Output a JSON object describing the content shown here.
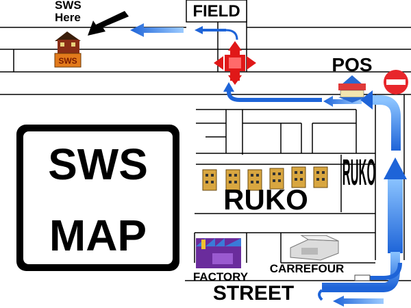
{
  "map": {
    "title_line1": "SWS",
    "title_line2": "MAP",
    "sws_here_line1": "SWS",
    "sws_here_line2": "Here",
    "sws_sign": "SWS",
    "field_label": "FIELD",
    "pos_label": "POS",
    "ruko_center_label": "RUKO",
    "ruko_vertical_label": "RUKO",
    "factory_label": "FACTORY",
    "carrefour_label": "CARREFOUR",
    "street_label": "STREET"
  },
  "colors": {
    "road_line": "#000000",
    "route_blue": "#1e6fe0",
    "route_blue_light": "#6fb2ff",
    "intersection_red": "#e01818",
    "no_entry_red": "#e8262b",
    "building_gold": "#d8a640",
    "factory_purple": "#6a2c9c",
    "sws_sign_orange": "#e27a1b"
  },
  "icons": {
    "no_entry": "no-entry-sign-icon",
    "intersection": "four-way-arrow-icon",
    "pointer": "black-arrow-icon",
    "house": "sws-house-icon",
    "pos_building": "pos-building-icon",
    "factory": "factory-icon",
    "carrefour": "carrefour-building-icon",
    "shop": "shophouse-icon"
  }
}
